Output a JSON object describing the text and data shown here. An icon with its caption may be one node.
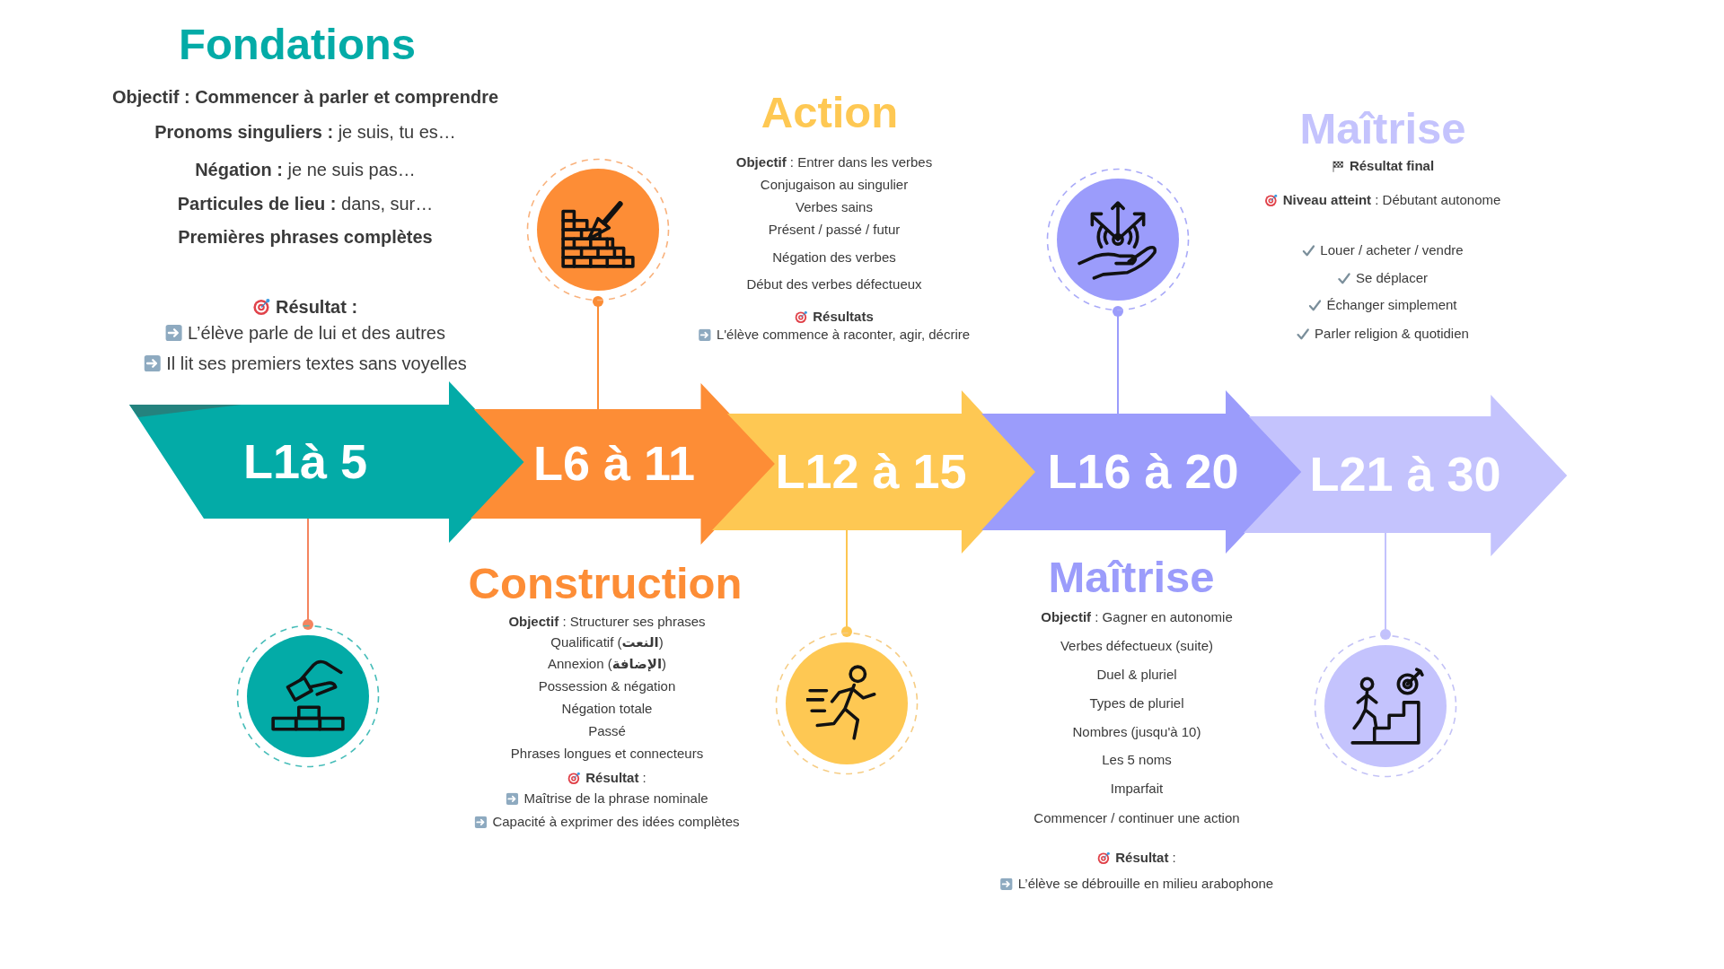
{
  "diagram": {
    "nodes": [
      {
        "text": [
          "L1à 5"
        ]
      },
      {
        "text": [
          "L6 à 11"
        ]
      },
      {
        "text": [
          "L12 à 15"
        ]
      },
      {
        "text": [
          "L16 à 20"
        ]
      },
      {
        "text": [
          "L21 à 30"
        ]
      },
      {
        "text": [],
        "shape": "circle"
      },
      {
        "text": [],
        "shape": "circle"
      },
      {
        "text": [],
        "shape": "circle"
      },
      {
        "text": [],
        "shape": "circle"
      },
      {
        "text": [],
        "shape": "circle"
      }
    ],
    "edges": [
      {
        "from": 0,
        "to": 5,
        "arrow": "other",
        "color": "#f4845f"
      },
      {
        "from": 1,
        "to": 6,
        "arrow": "other",
        "color": "#fb8c35"
      },
      {
        "from": 2,
        "to": 7,
        "arrow": "other",
        "color": "#fdc651"
      },
      {
        "from": 3,
        "to": 8,
        "arrow": "other",
        "color": "#9b9cfb"
      },
      {
        "from": 4,
        "to": 9,
        "arrow": "other",
        "color": "#c3c2fd"
      }
    ],
    "labels": [
      "Fondations",
      "Objectif : Commencer à parler et comprendre",
      "**Pronoms singuliers :** je suis, tu es…",
      "**Négation :** je ne suis pas…",
      "**Particules de lieu :** dans, sur…",
      "Premières phrases complètes",
      "Résultat :",
      "L’élève parle de lui et des autres",
      "Il lit ses premiers textes sans voyelles",
      "Construction",
      "**Objectif** : Structurer ses phrases",
      "Qualificatif (**النعت**)",
      "Annexion (**الإضافة**)",
      "Possession & négation",
      "Négation totale",
      "Passé",
      "Phrases longues et connecteurs",
      "**Résultat** :",
      "Maîtrise de la phrase nominale",
      "Capacité à exprimer des idées complètes",
      "Action",
      "**Objectif** : Entrer dans les verbes",
      "Conjugaison au singulier",
      "Verbes sains",
      "Présent / passé / futur",
      "Négation des verbes",
      "Début des verbes défectueux",
      "Résultats",
      "L'élève commence à raconter, agir, décrire",
      "Maîtrise",
      "**Objectif** : Gagner en autonomie",
      "Verbes défectueux (suite)",
      "Duel & pluriel",
      "Types de pluriel",
      "Nombres (jusqu'à 10)",
      "Les 5 noms",
      "Imparfait",
      "Commencer / continuer une action",
      "**Résultat** :",
      "L’élève se débrouille en milieu arabophone",
      "Maîtrise",
      "Résultat final",
      "**Niveau atteint** : Débutant autonome",
      "Louer / acheter / vendre",
      "Se déplacer",
      "Échanger simplement",
      "Parler religion & quotidien"
    ]
  }
}
